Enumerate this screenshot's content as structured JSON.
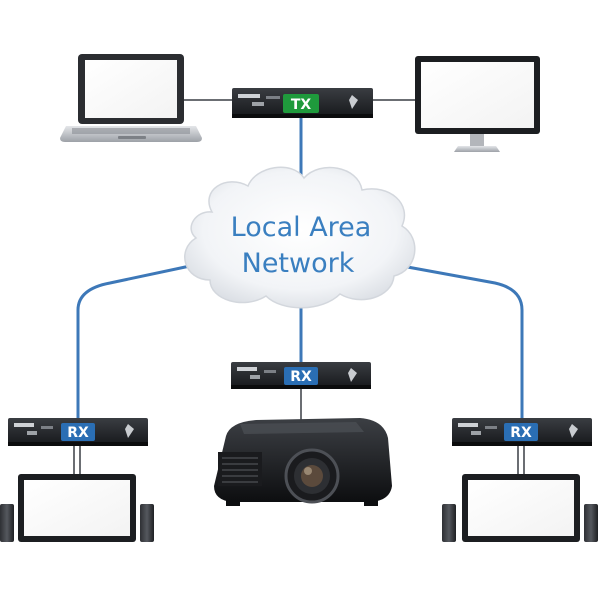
{
  "network": {
    "line1": "Local Area",
    "line2": "Network",
    "cloud_text_color": "#3a7fc0",
    "link_color": "#3d78b8"
  },
  "tx": {
    "label": "TX",
    "badge_color": "#1f9a3c"
  },
  "rx_left": {
    "label": "RX",
    "badge_color": "#2a6eb4"
  },
  "rx_center": {
    "label": "RX",
    "badge_color": "#2a6eb4"
  },
  "rx_right": {
    "label": "RX",
    "badge_color": "#2a6eb4"
  }
}
